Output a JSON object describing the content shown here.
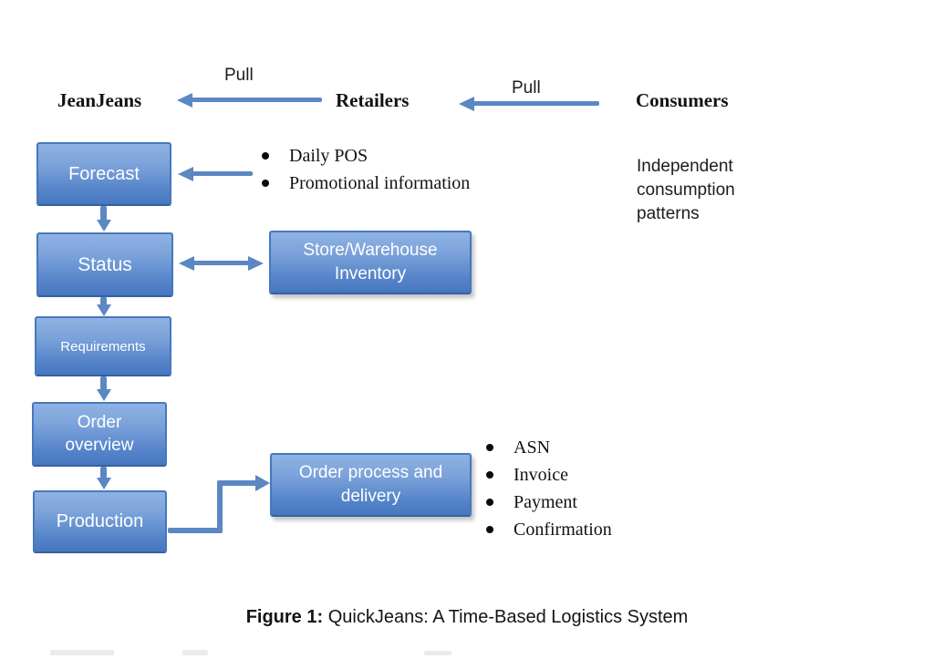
{
  "top_row": {
    "jeanjeans": "JeanJeans",
    "retailers": "Retailers",
    "consumers": "Consumers",
    "pull_left": "Pull",
    "pull_right": "Pull"
  },
  "process_boxes": {
    "forecast": "Forecast",
    "status": "Status",
    "requirements": "Requirements",
    "order_overview": "Order overview",
    "production": "Production"
  },
  "side_boxes": {
    "inventory": "Store/Warehouse Inventory",
    "order_process": "Order process and delivery"
  },
  "retailer_inputs": [
    "Daily POS",
    "Promotional information"
  ],
  "consumer_note": "Independent consumption patterns",
  "order_outputs": [
    "ASN",
    "Invoice",
    "Payment",
    "Confirmation"
  ],
  "caption": {
    "prefix": "Figure 1:",
    "text": " QuickJeans: A Time-Based Logistics System"
  },
  "colors": {
    "box_gradient_top": "#8FB2E3",
    "box_gradient_bottom": "#4777C0",
    "box_border": "#4678BE",
    "arrow": "#5B87C3",
    "text_on_box": "#FFFFFF",
    "text": "#121212"
  }
}
